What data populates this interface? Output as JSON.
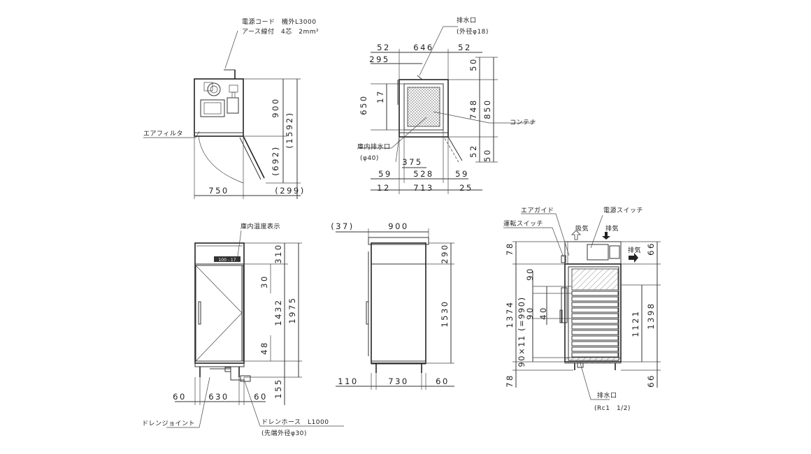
{
  "top_left": {
    "power_cord": "電源コード　機外L3000",
    "earth": "アース線付　4芯　2mm²",
    "air_filter": "エアフィルタ",
    "d900": "900",
    "d1592": "(1592)",
    "d692": "(692)",
    "d750": "750",
    "d299": "(299)"
  },
  "top_right": {
    "drain": "排水口",
    "drain_od": "(外径φ18)",
    "container": "コンテナ",
    "inner_drain": "庫内排水口",
    "inner_drain_d": "(φ40)",
    "d52a": "52",
    "d646": "646",
    "d52b": "52",
    "d295": "295",
    "d50a": "50",
    "d650": "650",
    "d17": "17",
    "d748": "748",
    "d850": "850",
    "d52c": "52",
    "d50b": "50",
    "d375": "375",
    "d59a": "59",
    "d528": "528",
    "d59b": "59",
    "d12": "12",
    "d713": "713",
    "d25": "25"
  },
  "front": {
    "temp_display": "庫内温度表示",
    "d310": "310",
    "d30": "30",
    "d1432": "1432",
    "d1975": "1975",
    "d48": "48",
    "d155": "155",
    "d60a": "60",
    "d630": "630",
    "d60b": "60",
    "drain_joint": "ドレンジョイント",
    "drain_hose": "ドレンホース　L1000",
    "hose_od": "(先端外径φ30)",
    "display_text": "100 - 17"
  },
  "side": {
    "d37": "(37)",
    "d900": "900",
    "d290": "290",
    "d1530": "1530",
    "d110": "110",
    "d730": "730",
    "d60": "60"
  },
  "section": {
    "air_guide": "エアガイド",
    "power_switch": "電源スイッチ",
    "run_switch": "運転スイッチ",
    "intake": "吸気",
    "exhaust1": "排気",
    "exhaust2": "排気",
    "d78a": "78",
    "d66a": "66",
    "d90a": "90",
    "d90b": "90",
    "d40": "40",
    "d1374": "1374",
    "d990": "90×11 (=990)",
    "d1121": "1121",
    "d1398": "1398",
    "d78b": "78",
    "d66b": "66",
    "drain": "排水口",
    "drain_rc": "(Rc1　1/2)"
  }
}
